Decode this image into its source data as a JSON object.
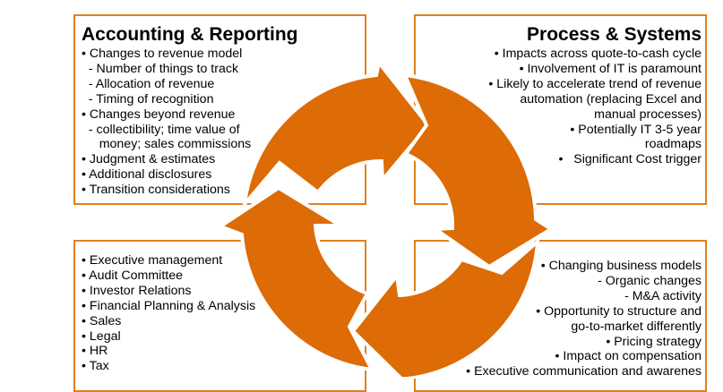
{
  "colors": {
    "accent": "#dd6b06",
    "border": "#e0801e",
    "text": "#000000",
    "background": "#ffffff"
  },
  "quadrants": {
    "accounting_reporting": {
      "title": "Accounting & Reporting",
      "lines": [
        "• Changes to revenue model",
        "  - Number of things to track",
        "  - Allocation of revenue",
        "  - Timing of recognition",
        "• Changes beyond revenue",
        "  - collectibility; time value of",
        "     money; sales commissions",
        "• Judgment & estimates",
        "• Additional disclosures",
        "• Transition considerations"
      ]
    },
    "process_systems": {
      "title": "Process & Systems",
      "lines": [
        "• Impacts across quote-to-cash cycle",
        "• Involvement of IT is paramount",
        "• Likely to accelerate trend of revenue",
        "automation (replacing Excel and",
        "manual processes)",
        "• Potentially IT 3-5 year",
        "roadmaps",
        "•   Significant Cost trigger"
      ]
    },
    "stakeholders": {
      "lines": [
        "• Executive management",
        "• Audit Committee",
        "• Investor Relations",
        "• Financial Planning & Analysis",
        "• Sales",
        "• Legal",
        "• HR",
        "• Tax"
      ]
    },
    "business": {
      "lines": [
        "• Changing business models",
        "- Organic changes",
        "- M&A activity",
        "• Opportunity to structure and",
        "go-to-market differently",
        "• Pricing strategy",
        "• Impact on compensation",
        "• Executive communication and awarenes"
      ]
    }
  },
  "cycle": {
    "arrows": [
      "top-right-arrow",
      "right-down-arrow",
      "bottom-left-arrow",
      "left-up-arrow"
    ],
    "direction": "clockwise"
  }
}
